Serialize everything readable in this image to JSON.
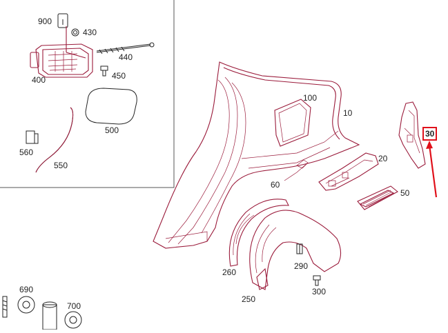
{
  "diagram": {
    "inset_labels": {
      "p900": "900",
      "p430": "430",
      "p440": "440",
      "p400": "400",
      "p450": "450",
      "p500": "500",
      "p560": "560",
      "p550": "550"
    },
    "main_labels": {
      "p100": "100",
      "p10": "10",
      "p20": "20",
      "p50": "50",
      "p60": "60",
      "p260": "260",
      "p250": "250",
      "p290": "290",
      "p300": "300",
      "p690": "690",
      "p700": "700"
    },
    "highlight": {
      "label": "30",
      "color": "#e0101a"
    },
    "colors": {
      "part_stroke": "#9a1a3a",
      "frame": "#555555",
      "arrow": "#e0101a"
    }
  }
}
